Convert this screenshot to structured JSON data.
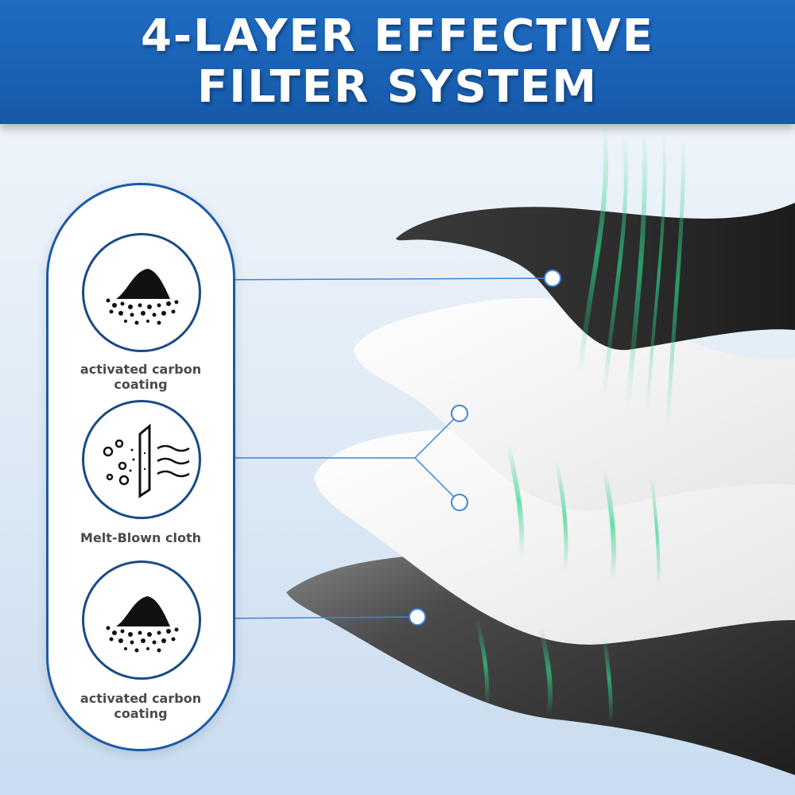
{
  "header": {
    "line1": "4-LAYER EFFECTIVE",
    "line2": "FILTER SYSTEM"
  },
  "features": [
    {
      "icon": "carbon-pile-icon",
      "label_line1": "activated carbon",
      "label_line2": "coating"
    },
    {
      "icon": "melt-blown-filter-icon",
      "label_line1": "Melt-Blown cloth",
      "label_line2": ""
    },
    {
      "icon": "carbon-pile-icon",
      "label_line1": "activated carbon",
      "label_line2": "coating"
    }
  ],
  "colors": {
    "banner": "#1a63b8",
    "panel_border": "#1a5aa6",
    "icon_border": "#184b86",
    "connector": "#3f84d4",
    "airflow": "#2fd48a",
    "carbon_layer": "#2e2e2e",
    "cloth_layer": "#f4f4f4"
  }
}
